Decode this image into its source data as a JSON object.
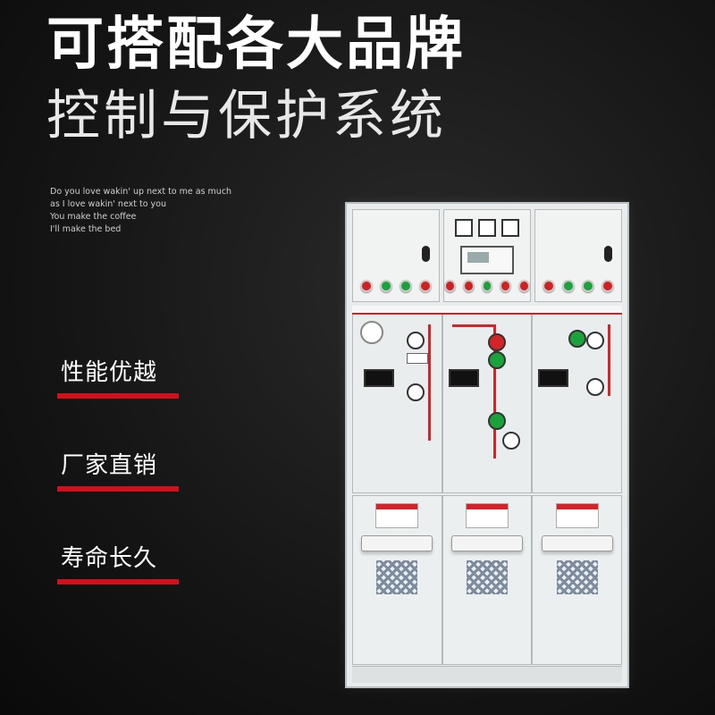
{
  "headline": {
    "main": "可搭配各大品牌",
    "sub": "控制与保护系统"
  },
  "lyrics": [
    "Do you love wakin' up next to me as much",
    "as I love wakin' next to you",
    "You make the coffee",
    "I'll make the bed"
  ],
  "features": [
    {
      "label": "性能优越"
    },
    {
      "label": "厂家直销"
    },
    {
      "label": "寿命长久"
    }
  ],
  "colors": {
    "accent": "#d0111b",
    "background": "#151515",
    "cabinet": "#e8ecec"
  },
  "product_image": "switchgear-cabinet"
}
